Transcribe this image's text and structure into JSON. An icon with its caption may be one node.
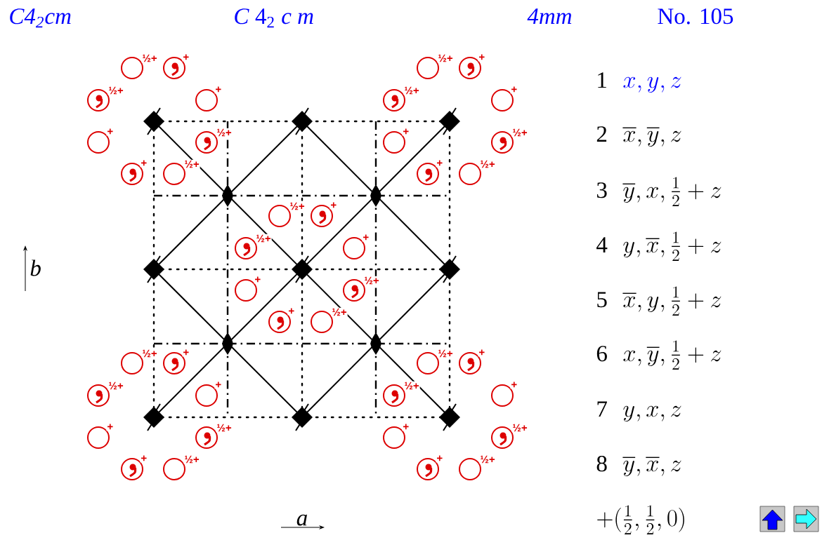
{
  "diagram": {
    "labels": [
      "C4$_{2}$cm",
      "*C* 4$_{2}$ *c* *m*",
      "4mm",
      "No. 105",
      "½+",
      "+",
      "½+",
      "+",
      "+",
      "½+",
      "+",
      "½+",
      "½+",
      "+",
      "½+",
      "+",
      "+",
      "½+",
      "+",
      "½+",
      "½+",
      "+",
      "½+",
      "+",
      "+",
      "½+",
      "+",
      "½+",
      "½+",
      "+",
      "½+",
      "+",
      "+",
      "½+",
      "+",
      "½+",
      "½+",
      "+",
      "½+",
      "+",
      "+",
      "½+",
      "+",
      "½+",
      "b",
      "a",
      "1",
      "x, y, z",
      "2",
      "\\overline{x}, \\overline{y}, z",
      "3",
      "\\overline{y}, x, \\tfrac{1}{2} + z",
      "4",
      "y, \\overline{x}, \\tfrac{1}{2} + z",
      "5",
      "\\overline{x}, y, \\tfrac{1}{2} + z",
      "6",
      "x, \\overline{y}, \\tfrac{1}{2} + z",
      "7",
      "y, x, z",
      "8",
      "\\overline{y}, \\overline{x}, z",
      "+ (\\tfrac{1}{2},\\tfrac{1}{2},0)"
    ]
  }
}
